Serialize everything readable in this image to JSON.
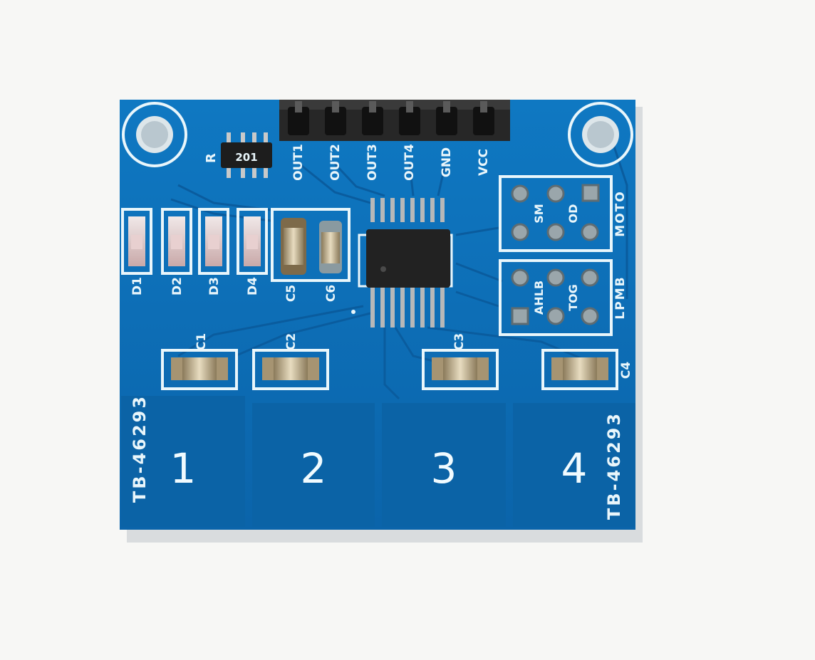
{
  "colors": {
    "pcb": "#0d6fb8",
    "pcb_dark": "#0a5a98",
    "pad_area": "#0b5f9d",
    "silkscreen": "#e9f6fb",
    "header_pins": "#2a2a2a",
    "chip": "#222222",
    "background": "#f7f7f5"
  },
  "header": {
    "pins": [
      "OUT1",
      "OUT2",
      "OUT3",
      "OUT4",
      "GND",
      "VCC"
    ]
  },
  "resistor": {
    "label": "R",
    "marking": "201"
  },
  "leds": [
    "D1",
    "D2",
    "D3",
    "D4"
  ],
  "capacitors_top": [
    "C5",
    "C6"
  ],
  "jumpers_upper": {
    "title": "MOTO",
    "labels": [
      "SM",
      "OD"
    ]
  },
  "jumpers_lower": {
    "title": "LPMB",
    "labels": [
      "AHLB",
      "TOG"
    ]
  },
  "pad_caps": [
    "C1",
    "C2",
    "C3",
    "C4"
  ],
  "pads": [
    "1",
    "2",
    "3",
    "4"
  ],
  "board_id_left": "TB-46293",
  "board_id_right": "TB-46293"
}
